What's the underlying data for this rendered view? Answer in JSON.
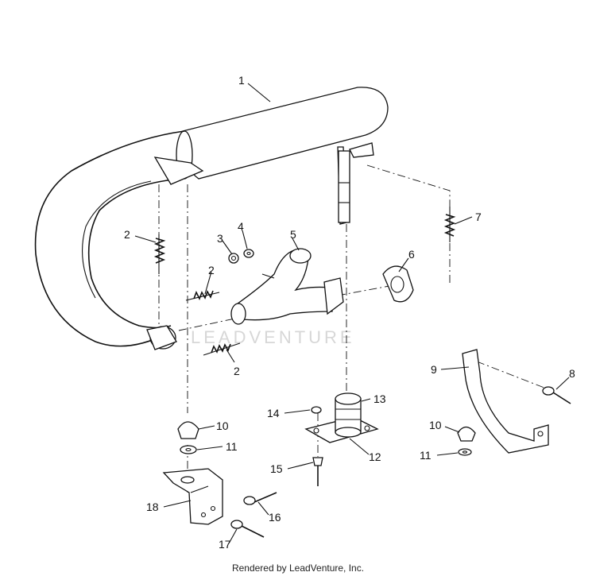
{
  "callouts": {
    "c1": "1",
    "c2a": "2",
    "c2b": "2",
    "c2c": "2",
    "c3": "3",
    "c4": "4",
    "c5": "5",
    "c6": "6",
    "c7": "7",
    "c8": "8",
    "c9": "9",
    "c10a": "10",
    "c10b": "10",
    "c11a": "11",
    "c11b": "11",
    "c12": "12",
    "c13": "13",
    "c14": "14",
    "c15": "15",
    "c16": "16",
    "c17": "17",
    "c18": "18"
  },
  "watermark": "LEADVENTURE",
  "credit": "Rendered by LeadVenture, Inc."
}
